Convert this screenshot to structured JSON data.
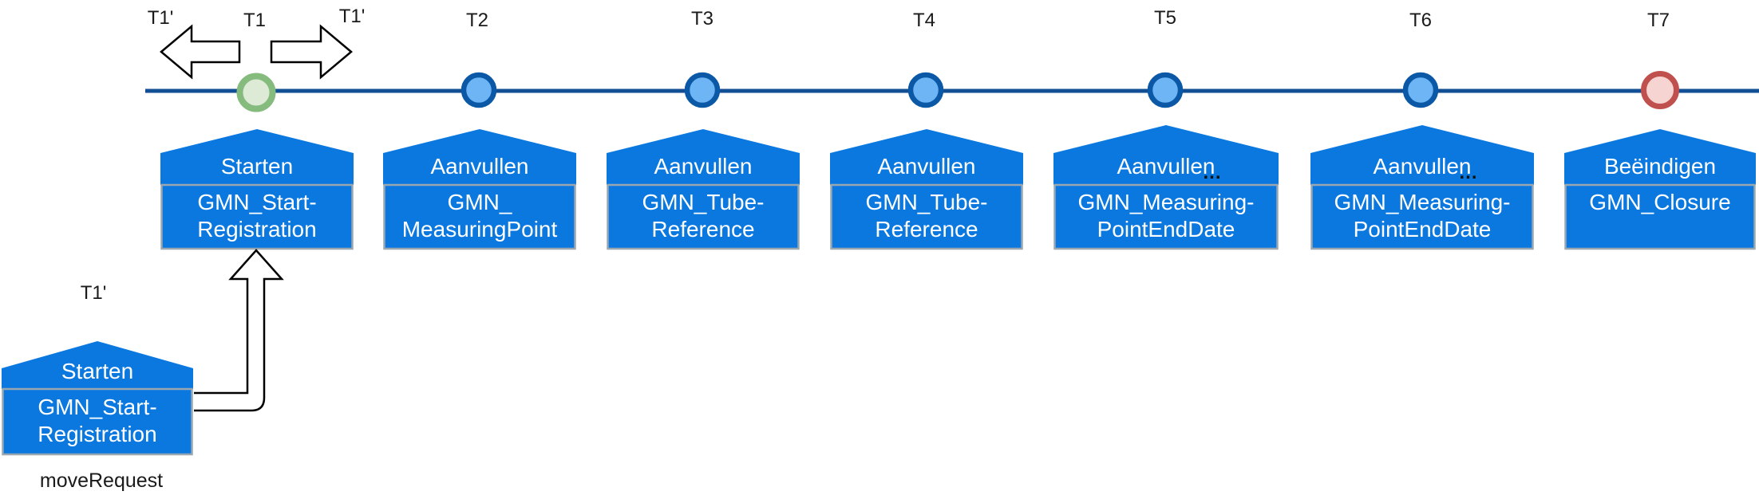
{
  "t1_labels": {
    "left": "T1'",
    "center": "T1",
    "right": "T1'"
  },
  "nodes": [
    {
      "tick": "T1",
      "type": "start",
      "roof": "Starten",
      "body1": "GMN_Start-",
      "body2": "Registration"
    },
    {
      "tick": "T2",
      "type": "normal",
      "roof": "Aanvullen",
      "body1": "GMN_",
      "body2": "MeasuringPoint"
    },
    {
      "tick": "T3",
      "type": "normal",
      "roof": "Aanvullen",
      "body1": "GMN_Tube-",
      "body2": "Reference"
    },
    {
      "tick": "T4",
      "type": "normal",
      "roof": "Aanvullen",
      "body1": "GMN_Tube-",
      "body2": "Reference"
    },
    {
      "tick": "T5",
      "type": "normal",
      "roof": "Aanvullen",
      "ellipsis": "...",
      "body1": "GMN_Measuring-",
      "body2": "PointEndDate"
    },
    {
      "tick": "T6",
      "type": "normal",
      "roof": "Aanvullen",
      "ellipsis": "...",
      "body1": "GMN_Measuring-",
      "body2": "PointEndDate"
    },
    {
      "tick": "T7",
      "type": "end",
      "roof": "Beëindigen",
      "body1": "GMN_Closure",
      "body2": ""
    }
  ],
  "detached": {
    "label": "T1'",
    "roof": "Starten",
    "body1": "GMN_Start-",
    "body2": "Registration",
    "caption": "moveRequest"
  },
  "colors": {
    "house_fill": "#0b78e0",
    "house_body_border": "#9aa7b1",
    "timeline_line": "#114e93",
    "node_ring": "#0a58a6",
    "node_fill": "#6db5f4",
    "start_node_ring": "#85bb7d",
    "start_node_fill": "#dcead6",
    "end_node_ring": "#c0504d",
    "end_node_fill": "#f6d4d2",
    "arrow_fill": "#ffffff",
    "arrow_stroke": "#000000"
  }
}
